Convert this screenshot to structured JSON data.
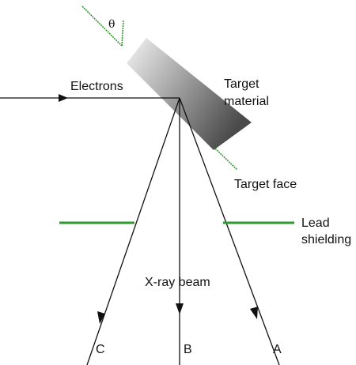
{
  "labels": {
    "theta": "θ",
    "electrons": "Electrons",
    "target_material_line1": "Target",
    "target_material_line2": "material",
    "target_face": "Target face",
    "lead_shielding_line1": "Lead",
    "lead_shielding_line2": "shielding",
    "xray_beam": "X-ray beam",
    "ray_a": "A",
    "ray_b": "B",
    "ray_c": "C"
  },
  "colors": {
    "lines": "#111111",
    "shielding": "#2e9a2e",
    "target_gradient_light": "#f4f4f4",
    "target_gradient_dark": "#4a4a4a"
  }
}
